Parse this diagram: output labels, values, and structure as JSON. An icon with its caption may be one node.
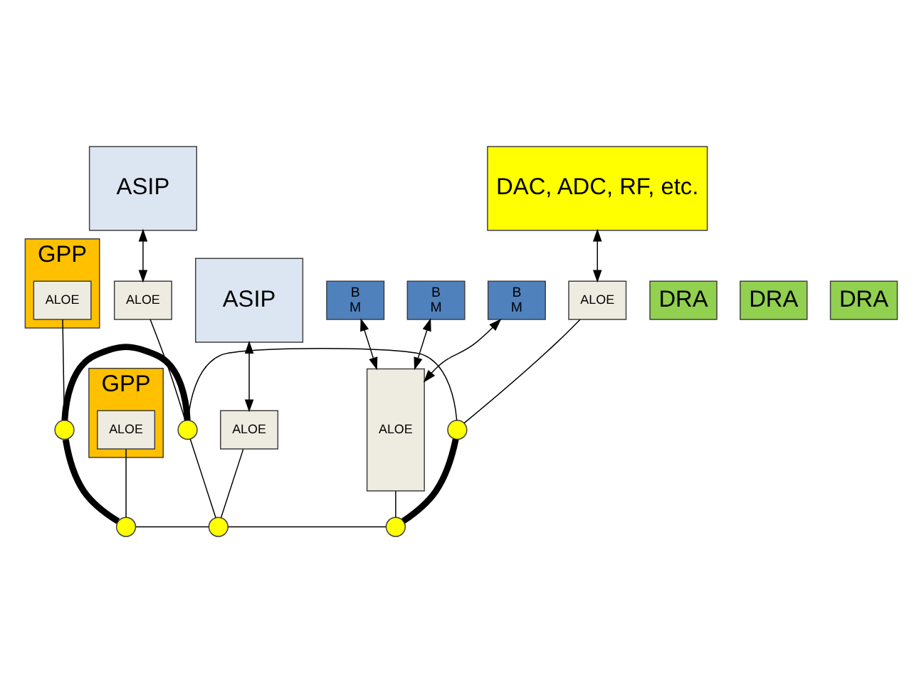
{
  "diagram": {
    "nodes": [
      {
        "text": [
          "GPP"
        ]
      },
      {
        "text": [
          "ALOE"
        ],
        "in": 0
      },
      {
        "text": [
          "ASIP"
        ]
      },
      {
        "text": [
          "ALOE"
        ]
      },
      {
        "text": [
          "DAC, ADC, RF, etc."
        ]
      },
      {
        "text": [
          "ALOE"
        ]
      },
      {
        "text": [],
        "shape": "circle"
      },
      {
        "text": [],
        "shape": "circle"
      },
      {
        "text": [],
        "shape": "circle"
      },
      {
        "text": [
          "ASIP"
        ]
      },
      {
        "text": [
          "DRA"
        ]
      },
      {
        "text": [
          "B M"
        ]
      },
      {
        "text": [
          "DRA"
        ]
      },
      {
        "text": [
          "B M"
        ]
      },
      {
        "text": [
          "GPP"
        ]
      },
      {
        "text": [
          "ALOE"
        ],
        "in": 14
      },
      {
        "text": [
          "DRA"
        ]
      },
      {
        "text": [
          "B M"
        ]
      },
      {
        "text": [
          "ALOE"
        ]
      },
      {
        "text": [
          "ALOE"
        ]
      },
      {
        "text": [],
        "shape": "circle"
      },
      {
        "text": [],
        "shape": "circle"
      },
      {
        "text": [],
        "shape": "circle"
      }
    ],
    "edges": [
      {
        "from": 1,
        "to": 6,
        "arrow": "none"
      },
      {
        "from": 3,
        "to": 7,
        "arrow": "none"
      },
      {
        "from": 5,
        "to": 8,
        "arrow": "none"
      },
      {
        "from": 2,
        "to": 3,
        "arrow": "both"
      },
      {
        "from": 4,
        "to": 5,
        "arrow": "both"
      },
      {
        "from": 9,
        "to": 19,
        "arrow": "both"
      },
      {
        "from": 11,
        "to": 18,
        "arrow": "both"
      },
      {
        "from": 13,
        "to": 18,
        "arrow": "both"
      },
      {
        "from": 17,
        "to": 18,
        "arrow": "both"
      },
      {
        "from": 15,
        "to": 20,
        "arrow": "none"
      },
      {
        "from": 19,
        "to": 21,
        "arrow": "none"
      },
      {
        "from": 18,
        "to": 22,
        "arrow": "none"
      },
      {
        "from": 6,
        "to": 7,
        "arrow": "none",
        "style": "thick"
      },
      {
        "from": 7,
        "to": 8,
        "arrow": "none"
      },
      {
        "from": 6,
        "to": 20,
        "arrow": "none",
        "style": "thick"
      },
      {
        "from": 7,
        "to": 21,
        "arrow": "none"
      },
      {
        "from": 8,
        "to": 22,
        "arrow": "none",
        "style": "thick"
      },
      {
        "from": 20,
        "to": 21,
        "arrow": "none"
      },
      {
        "from": 21,
        "to": 22,
        "arrow": "none"
      }
    ]
  }
}
